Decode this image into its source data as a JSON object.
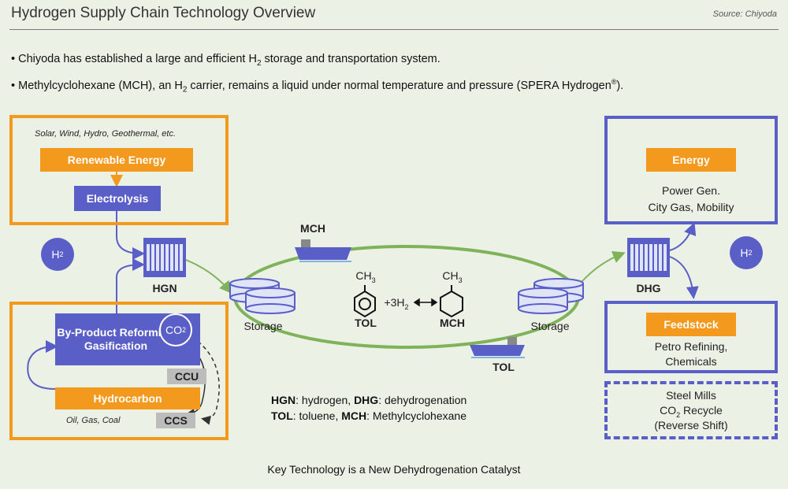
{
  "header": {
    "title": "Hydrogen Supply Chain Technology Overview",
    "source": "Source: Chiyoda"
  },
  "bullets": {
    "b1_pre": "Chiyoda has established a large and efficient H",
    "b1_sub": "2",
    "b1_post": " storage and transportation system.",
    "b2_pre": "Methylcyclohexane (MCH), an H",
    "b2_sub": "2",
    "b2_mid": " carrier, remains a liquid under normal temperature and pressure (SPERA Hydrogen",
    "b2_sup": "®",
    "b2_post": ")."
  },
  "left_top": {
    "sources": "Solar, Wind, Hydro, Geothermal, etc.",
    "renewable": "Renewable Energy",
    "electrolysis": "Electrolysis"
  },
  "h2_left": {
    "main": "H",
    "sub": "2"
  },
  "h2_right": {
    "main": "H",
    "sub": "2"
  },
  "left_bottom": {
    "byproduct": "By-Product Reforming Gasification",
    "co2_main": "CO",
    "co2_sub": "2",
    "ccu": "CCU",
    "ccs": "CCS",
    "hydrocarbon": "Hydrocarbon",
    "sources": "Oil, Gas, Coal"
  },
  "center": {
    "hgn": "HGN",
    "dhg": "DHG",
    "storage_left": "Storage",
    "storage_right": "Storage",
    "ship_mch": "MCH",
    "ship_tol": "TOL",
    "ch3_left": "CH",
    "ch3_left_sub": "3",
    "ch3_right": "CH",
    "ch3_right_sub": "3",
    "plus3h2": "+3H",
    "plus3h2_sub": "2",
    "tol": "TOL",
    "mch": "MCH"
  },
  "right": {
    "energy": "Energy",
    "energy_uses_1": "Power Gen.",
    "energy_uses_2": "City Gas, Mobility",
    "feedstock": "Feedstock",
    "feed_uses_1": "Petro Refining,",
    "feed_uses_2": "Chemicals",
    "steel_1": "Steel Mills",
    "steel_2_main": "CO",
    "steel_2_sub": "2",
    "steel_2_post": " Recycle",
    "steel_3": "(Reverse Shift)"
  },
  "legend": {
    "l1_a": "HGN",
    "l1_b": ": hydrogen, ",
    "l1_c": "DHG",
    "l1_d": ": dehydrogenation",
    "l2_a": "TOL",
    "l2_b": ": toluene, ",
    "l2_c": "MCH",
    "l2_d": ": Methylcyclohexane"
  },
  "footer": "Key Technology is a New Dehydrogenation Catalyst",
  "colors": {
    "orange": "#f39a1e",
    "blue": "#5a5fc7",
    "green": "#7fb35a",
    "background": "#ecf1e6"
  }
}
